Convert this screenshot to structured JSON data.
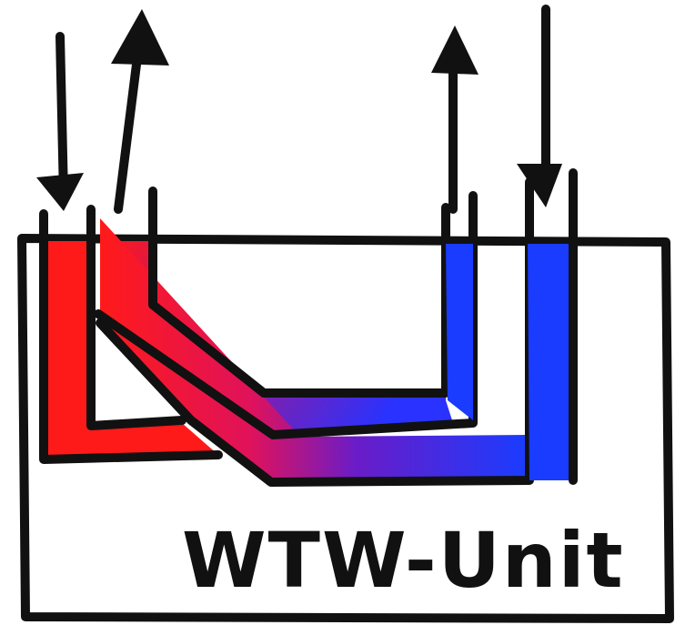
{
  "unit_label": "WTW-Unit",
  "colors": {
    "warm": "#ff1a1a",
    "cold": "#1a3cff",
    "outline": "#111111",
    "background": "#ffffff"
  },
  "arrows": [
    {
      "direction": "down"
    },
    {
      "direction": "up"
    },
    {
      "direction": "up"
    },
    {
      "direction": "down"
    }
  ]
}
